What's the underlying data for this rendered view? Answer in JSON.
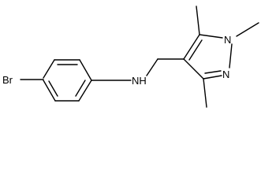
{
  "diagram": {
    "type": "chemical-structure",
    "atom_labels": {
      "bromine": "Br",
      "amine": "NH",
      "pyrazole_n1": "N",
      "pyrazole_n2": "N"
    }
  }
}
